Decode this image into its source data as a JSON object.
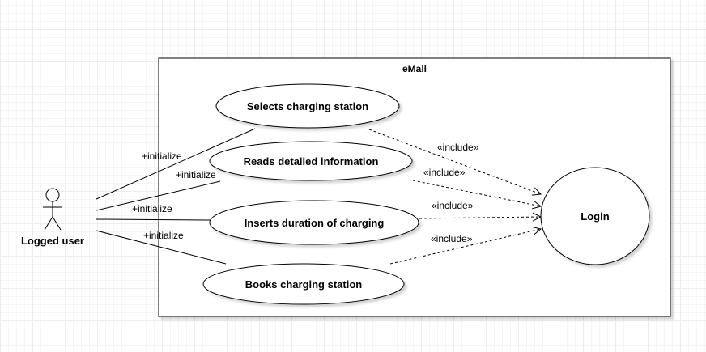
{
  "system": {
    "name": "eMall"
  },
  "actor": {
    "name": "Logged user"
  },
  "use_cases": [
    {
      "id": "select",
      "label": "Selects charging station"
    },
    {
      "id": "read",
      "label": "Reads detailed information"
    },
    {
      "id": "insert",
      "label": "Inserts duration of charging"
    },
    {
      "id": "book",
      "label": "Books charging station"
    },
    {
      "id": "login",
      "label": "Login"
    }
  ],
  "associations": [
    {
      "from": "actor",
      "to": "select",
      "label": "+initialize"
    },
    {
      "from": "actor",
      "to": "read",
      "label": "+initialize"
    },
    {
      "from": "actor",
      "to": "insert",
      "label": "+initialize"
    },
    {
      "from": "actor",
      "to": "book",
      "label": "+initialize"
    }
  ],
  "includes": [
    {
      "from": "select",
      "to": "login",
      "label": "«include»"
    },
    {
      "from": "read",
      "to": "login",
      "label": "«include»"
    },
    {
      "from": "insert",
      "to": "login",
      "label": "«include»"
    },
    {
      "from": "book",
      "to": "login",
      "label": "«include»"
    }
  ]
}
